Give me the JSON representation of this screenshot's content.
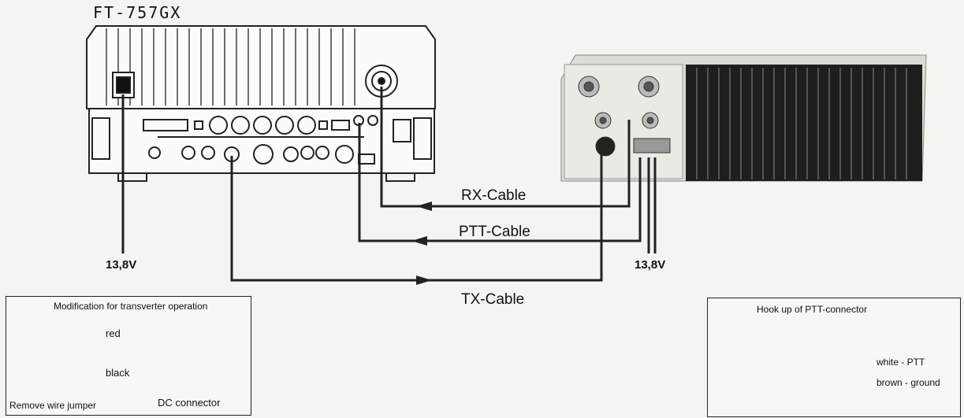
{
  "radio": {
    "model": "FT-757GX"
  },
  "cables": {
    "rx": "RX-Cable",
    "ptt": "PTT-Cable",
    "tx": "TX-Cable"
  },
  "power": {
    "left": "13,8V",
    "right": "13,8V"
  },
  "mod_box": {
    "title": "Modification for transverter operation",
    "red": "red",
    "black": "black",
    "jumper": "Remove wire jumper",
    "dc": "DC connector"
  },
  "ptt_box": {
    "title": "Hook up of PTT-connector",
    "white": "white - PTT",
    "brown": "brown - ground"
  }
}
